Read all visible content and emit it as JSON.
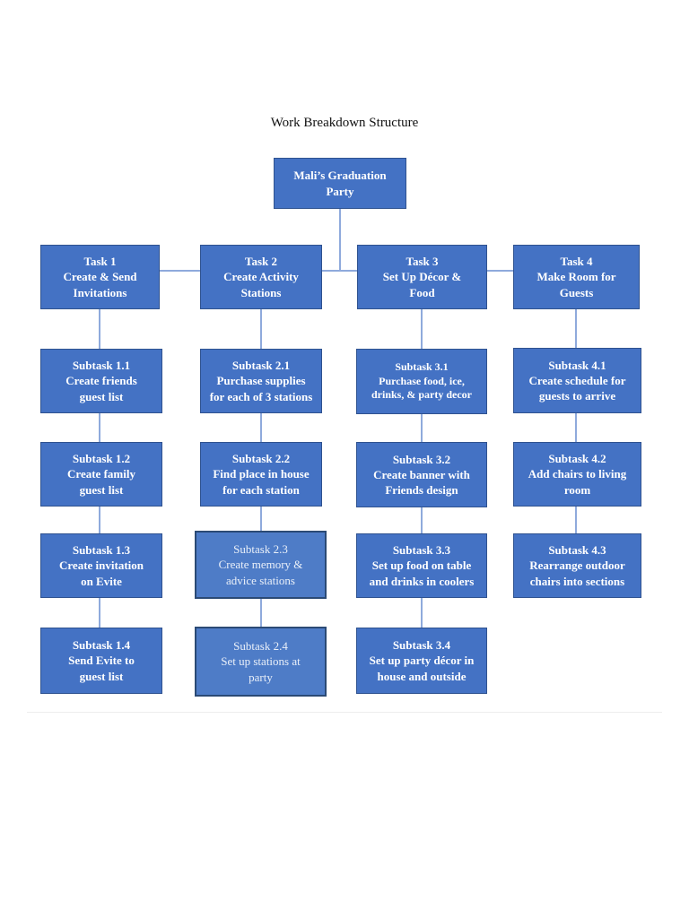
{
  "page": {
    "title": "Work Breakdown Structure"
  },
  "root": {
    "text": "Mali’s Graduation\nParty"
  },
  "columns": [
    {
      "task": {
        "text": "Task 1\nCreate & Send\nInvitations"
      },
      "subtasks": [
        {
          "text": "Subtask 1.1\nCreate friends\nguest list",
          "highlighted": false
        },
        {
          "text": "Subtask 1.2\nCreate family\nguest list",
          "highlighted": false
        },
        {
          "text": "Subtask 1.3\nCreate invitation\non Evite",
          "highlighted": false
        },
        {
          "text": "Subtask 1.4\nSend Evite to\nguest list",
          "highlighted": false
        }
      ]
    },
    {
      "task": {
        "text": "Task 2\nCreate Activity\nStations"
      },
      "subtasks": [
        {
          "text": "Subtask 2.1\nPurchase supplies\nfor each of 3 stations",
          "highlighted": false
        },
        {
          "text": "Subtask 2.2\nFind place in house\nfor each station",
          "highlighted": false
        },
        {
          "text": "Subtask 2.3\nCreate memory &\nadvice stations",
          "highlighted": true
        },
        {
          "text": "Subtask 2.4\nSet up stations at\nparty",
          "highlighted": true
        }
      ]
    },
    {
      "task": {
        "text": "Task 3\nSet Up Décor &\nFood"
      },
      "subtasks": [
        {
          "text": "Subtask 3.1\nPurchase food, ice,\ndrinks, & party decor",
          "highlighted": false
        },
        {
          "text": "Subtask 3.2\nCreate banner with\nFriends design",
          "highlighted": false
        },
        {
          "text": "Subtask 3.3\nSet up food on table\nand drinks in coolers",
          "highlighted": false
        },
        {
          "text": "Subtask 3.4\nSet up party décor in\nhouse and outside",
          "highlighted": false
        }
      ]
    },
    {
      "task": {
        "text": "Task 4\nMake Room for\nGuests"
      },
      "subtasks": [
        {
          "text": "Subtask 4.1\nCreate schedule for\nguests to arrive",
          "highlighted": false
        },
        {
          "text": "Subtask 4.2\nAdd chairs to living\nroom",
          "highlighted": false
        },
        {
          "text": "Subtask 4.3\nRearrange outdoor\nchairs into sections",
          "highlighted": false
        }
      ]
    }
  ],
  "colors": {
    "node_fill": "#4472C4",
    "node_border": "#2F528F",
    "node_text": "#FFFFFF",
    "highlight_fill": "#4E7CC7",
    "highlight_border": "#2B4A75",
    "connector": "#8FAADC",
    "title_text": "#111111",
    "background": "#FFFFFF"
  }
}
